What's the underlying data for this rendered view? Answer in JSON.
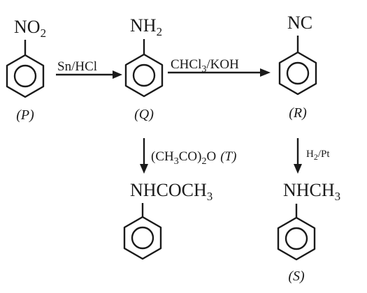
{
  "compounds": {
    "p": {
      "formula_main": "NO",
      "formula_sub": "2",
      "label": "(P)"
    },
    "q": {
      "formula_main": "NH",
      "formula_sub": "2",
      "label": "(Q)"
    },
    "r": {
      "formula_main": "NC",
      "label": "(R)"
    },
    "acetanilide": {
      "formula_a": "NHCOCH",
      "formula_sub": "3"
    },
    "s": {
      "formula_a": "NHCH",
      "formula_sub": "3",
      "label": "(S)"
    }
  },
  "reagents": {
    "p_to_q": "Sn/HCl",
    "q_to_r": {
      "a": "CHCl",
      "sub": "3",
      "b": "/KOH"
    },
    "q_to_t": {
      "a": "(CH",
      "sub1": "3",
      "b": "CO)",
      "sub2": "2",
      "c": "O",
      "label": "(T)"
    },
    "r_to_s": {
      "a": "H",
      "sub": "2",
      "b": "/Pt"
    }
  },
  "icons": [
    "benzene-ring"
  ]
}
